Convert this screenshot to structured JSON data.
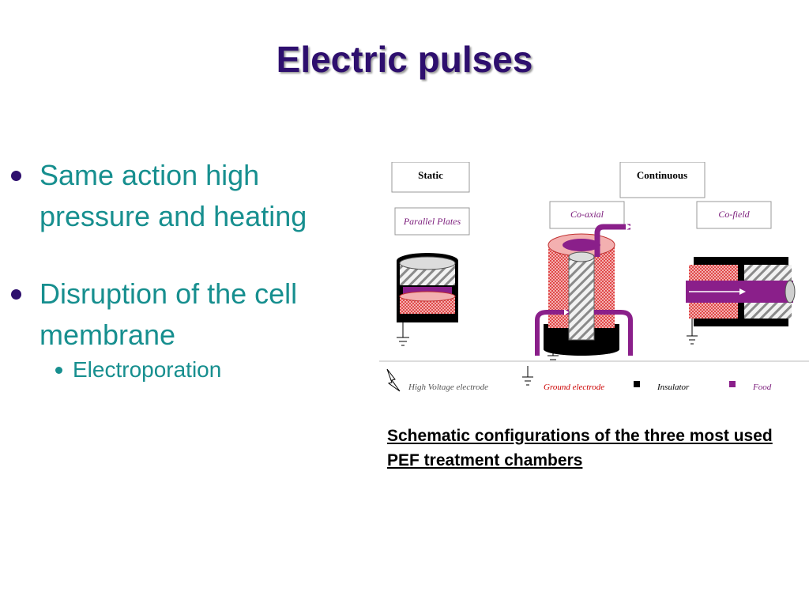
{
  "slide": {
    "title": "Electric pulses",
    "bullets": [
      {
        "text": "Same action high pressure and heating"
      },
      {
        "text": "Disruption of the cell membrane",
        "sub": [
          "Electroporation"
        ]
      }
    ],
    "caption": "Schematic configurations of the three most used PEF treatment chambers"
  },
  "diagram": {
    "labels": {
      "static": "Static",
      "continuous": "Continuous",
      "parallel_plates": "Parallel Plates",
      "co_axial": "Co-axial",
      "co_field": "Co-field"
    },
    "legend": {
      "high_voltage": "High Voltage electrode",
      "ground": "Ground electrode",
      "insulator": "Insulator",
      "food": "Food"
    },
    "colors": {
      "food": "#8a1f8a",
      "ground": "#e86a6a",
      "insulator": "#000000",
      "hv": "#d9d9d9",
      "ground_label": "#cc0000",
      "food_label": "#7a1a7a"
    }
  }
}
